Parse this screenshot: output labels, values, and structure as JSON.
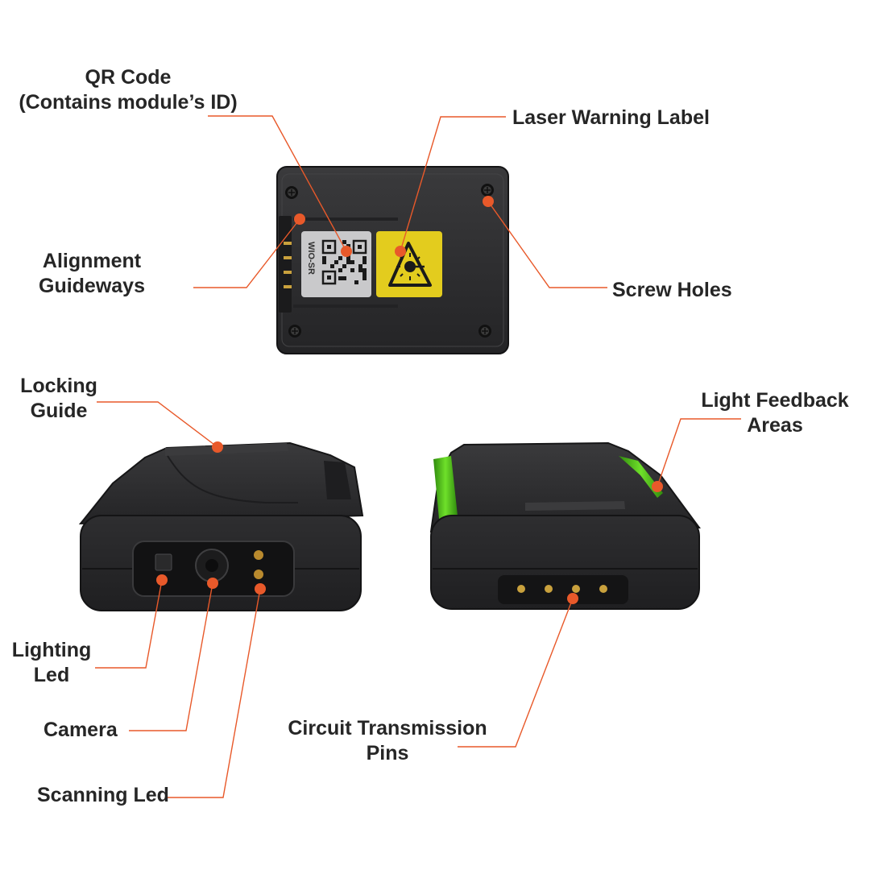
{
  "colors": {
    "leader": "#e8592a",
    "label_text": "#262626",
    "device_body": "#2b2b2d",
    "device_edge": "#171718",
    "qr_sticker": "#c9c9cb",
    "laser_sticker": "#e3cc1e",
    "light_feedback": "#5ad11c",
    "pins": "#c9a13d"
  },
  "labels": {
    "qr_code": {
      "line1": "QR Code",
      "line2": "(Contains module’s ID)"
    },
    "laser_warning": {
      "line1": "Laser Warning Label"
    },
    "alignment": {
      "line1": "Alignment",
      "line2": "Guideways"
    },
    "screw_holes": {
      "line1": "Screw Holes"
    },
    "locking_guide": {
      "line1": "Locking",
      "line2": "Guide"
    },
    "light_feedback": {
      "line1": "Light Feedback",
      "line2": "Areas"
    },
    "lighting_led": {
      "line1": "Lighting",
      "line2": "Led"
    },
    "camera": {
      "line1": "Camera"
    },
    "circuit_pins": {
      "line1": "Circuit Transmission",
      "line2": "Pins"
    },
    "scanning_led": {
      "line1": "Scanning Led"
    }
  },
  "device": {
    "sticker_text": "WIO-SR",
    "icons": {
      "laser": "laser-warning-triangle-icon",
      "qr": "qr-code-icon",
      "screw": "screw-head-icon"
    }
  }
}
